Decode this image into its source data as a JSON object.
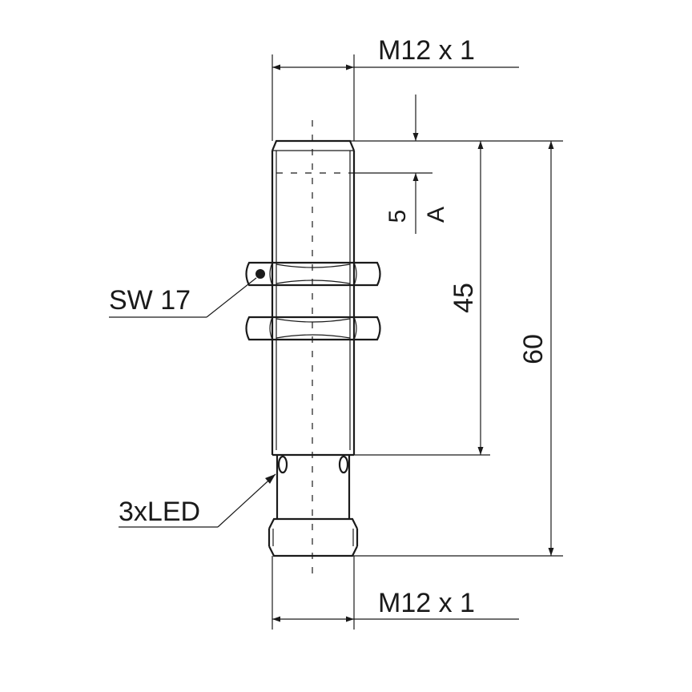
{
  "labels": {
    "thread_top": "M12 x 1",
    "thread_bottom": "M12 x 1",
    "wrench": "SW 17",
    "led": "3xLED",
    "dim_sensing": "5",
    "dim_sensing_marker": "A",
    "dim_thread_length": "45",
    "dim_total_length": "60"
  }
}
